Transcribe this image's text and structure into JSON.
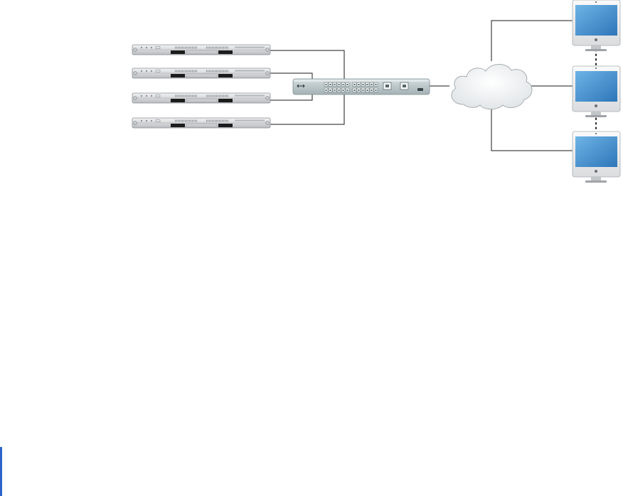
{
  "diagram": {
    "type": "network-topology",
    "servers": [
      {
        "id": "server-1"
      },
      {
        "id": "server-2"
      },
      {
        "id": "server-3"
      },
      {
        "id": "server-4"
      }
    ],
    "switch": {
      "id": "network-switch",
      "ports_per_row": 12,
      "port_groups": 2,
      "uplink_ports": 2
    },
    "cloud": {
      "id": "network-cloud"
    },
    "clients": [
      {
        "id": "client-1"
      },
      {
        "id": "client-2"
      },
      {
        "id": "client-3"
      }
    ],
    "links": [
      {
        "from": "server-1",
        "to": "network-switch"
      },
      {
        "from": "server-2",
        "to": "network-switch"
      },
      {
        "from": "server-3",
        "to": "network-switch"
      },
      {
        "from": "server-4",
        "to": "network-switch"
      },
      {
        "from": "network-switch",
        "to": "network-cloud"
      },
      {
        "from": "network-cloud",
        "to": "client-1"
      },
      {
        "from": "network-cloud",
        "to": "client-2"
      },
      {
        "from": "network-cloud",
        "to": "client-3"
      }
    ],
    "colors": {
      "line": "#1a1a1a",
      "server_body": "#d4d6d8",
      "switch_body": "#b7c3c6",
      "port_fill": "#f4f6f6",
      "cloud_fill": "#eef1f2",
      "screen": "#3f8fcf",
      "page_edge": "#2a63c9"
    }
  }
}
